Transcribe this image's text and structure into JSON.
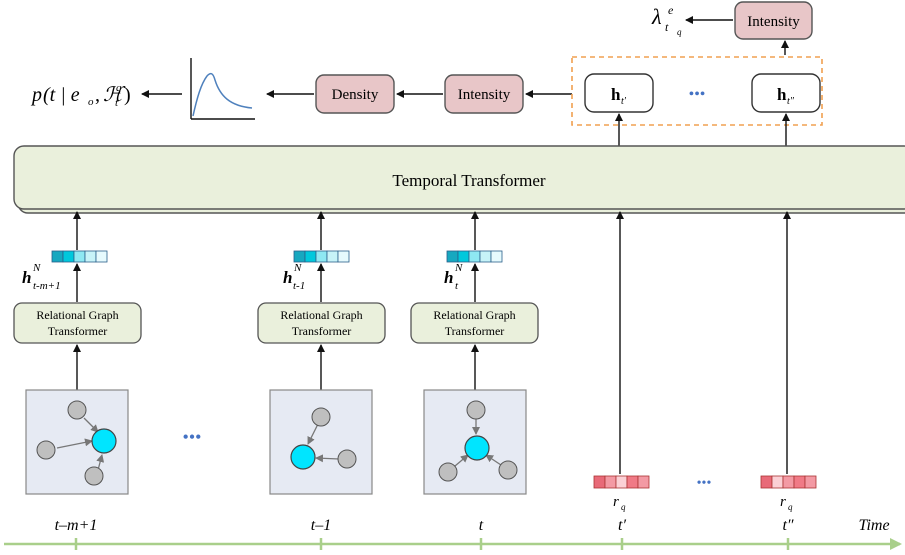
{
  "output": {
    "lambda": "λ",
    "lambda_sup": "e",
    "lambda_sub_t": "t",
    "lambda_sub_q": "q",
    "density_p": "p",
    "density_expr_a": "(t | e",
    "density_expr_o": "o",
    "density_expr_b": ",",
    "density_H": "ℋ",
    "density_H_sup": "q",
    "density_H_sub": "t",
    "density_close": ")"
  },
  "boxes": {
    "intensity_top": "Intensity",
    "density": "Density",
    "intensity_mid": "Intensity",
    "temporal": "Temporal Transformer",
    "rgt_line1": "Relational Graph",
    "rgt_line2": "Transformer"
  },
  "hidden": {
    "h_bold": "h",
    "h_tprime_sub": "t′",
    "h_tdouble_sub": "t″",
    "ellipsis": "•••",
    "hN_1_sub": "t-m+1",
    "hN_2_sub": "t-1",
    "hN_3_sub": "t",
    "hN_sup": "N"
  },
  "query": {
    "rq_main": "r",
    "rq_sub": "q",
    "ellipsis": "•••"
  },
  "graph_ellipsis": "•••",
  "timeline": {
    "labels": [
      "t–m+1",
      "t–1",
      "t",
      "t′",
      "t″"
    ],
    "axis_label": "Time"
  },
  "colors": {
    "box_red": "#e8c6c8",
    "box_green": "#eaf0dc",
    "dashed_orange": "#f0a050",
    "cyan_node": "#00e5ff",
    "gray_node": "#bfbfbf",
    "graph_bg": "#e6eaf3",
    "timeline_green": "#a9cf8a",
    "dots_blue": "#4472c4"
  }
}
